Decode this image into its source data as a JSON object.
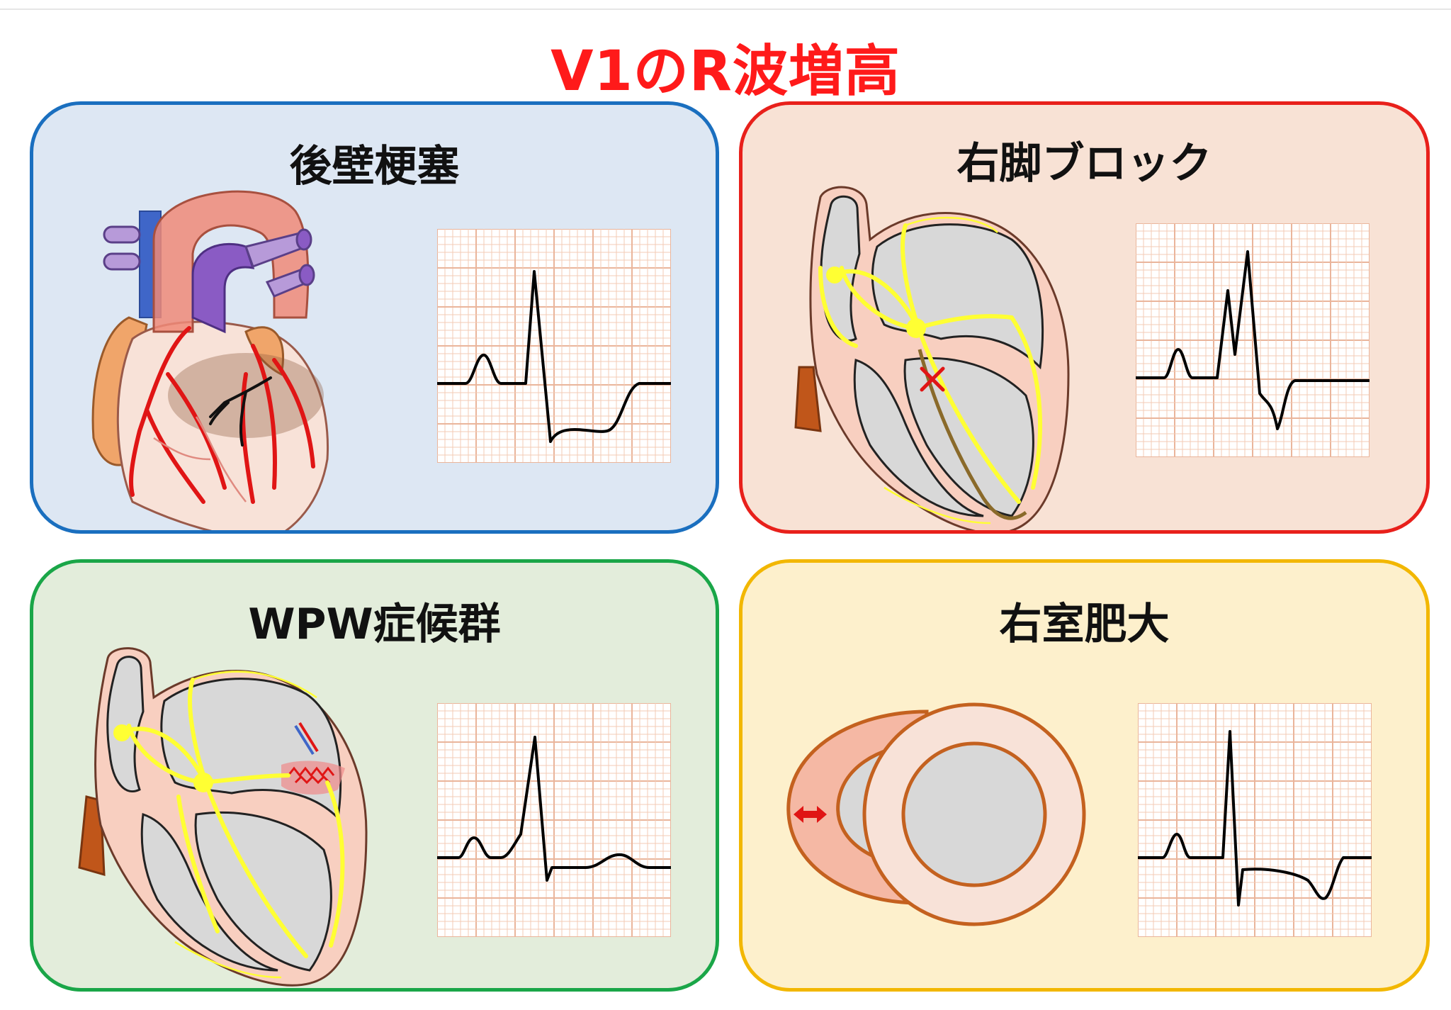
{
  "title": "V1のR波増高",
  "colors": {
    "title": "#ff1a1a",
    "grid_minor": "#f3cbb6",
    "grid_major": "#eab59b",
    "grid_bg": "#ffffff",
    "trace": "#000000",
    "conduction": "#ffff33",
    "artery": "#e01515",
    "aorta": "#f08a78",
    "vena_cava": "#3f66c8",
    "pulmonary": "#8a5bc4"
  },
  "panels": [
    {
      "id": "posterior-mi",
      "title": "後壁梗塞",
      "border": "#1a6fbf",
      "background": "#dde7f3"
    },
    {
      "id": "rbbb",
      "title": "右脚ブロック",
      "border": "#e8201b",
      "background": "#f8e2d5"
    },
    {
      "id": "wpw",
      "title": "WPW症候群",
      "border": "#1aa648",
      "background": "#e3eddb"
    },
    {
      "id": "rvh",
      "title": "右室肥大",
      "border": "#f2b700",
      "background": "#fdf0cc"
    }
  ]
}
